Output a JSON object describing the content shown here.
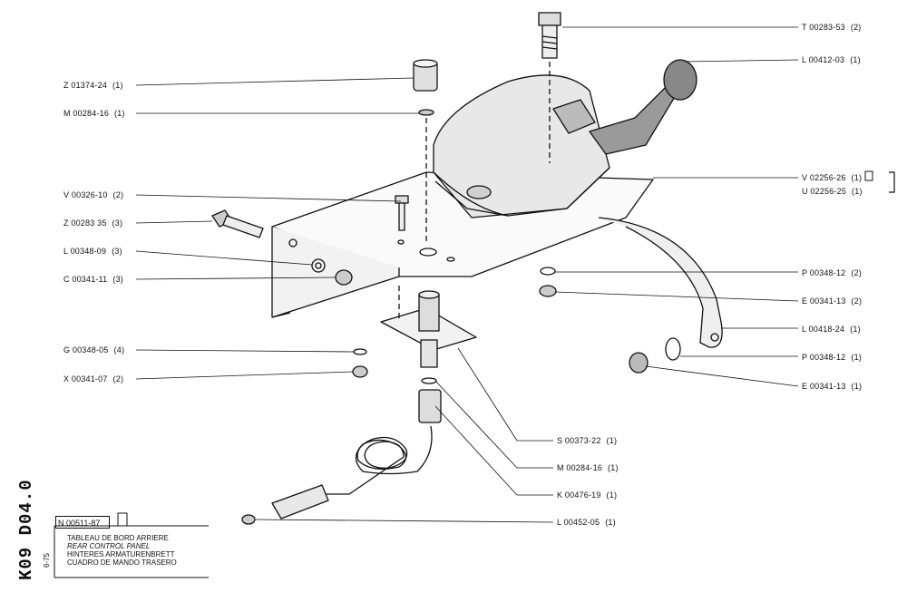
{
  "callouts_right": [
    {
      "code": "T 00283-53",
      "qty": "(2)"
    },
    {
      "code": "L 00412-03",
      "qty": "(1)"
    },
    {
      "code": "V 02256-26",
      "qty": "(1)"
    },
    {
      "code": "U 02256-25",
      "qty": "(1)"
    },
    {
      "code": "P 00348-12",
      "qty": "(2)"
    },
    {
      "code": "E 00341-13",
      "qty": "(2)"
    },
    {
      "code": "L 00418-24",
      "qty": "(1)"
    },
    {
      "code": "P 00348-12",
      "qty": "(1)"
    },
    {
      "code": "E 00341-13",
      "qty": "(1)"
    },
    {
      "code": "S 00373-22",
      "qty": "(1)"
    },
    {
      "code": "M 00284-16",
      "qty": "(1)"
    },
    {
      "code": "K 00476-19",
      "qty": "(1)"
    },
    {
      "code": "L 00452-05",
      "qty": "(1)"
    }
  ],
  "callouts_left": [
    {
      "code": "Z 01374-24",
      "qty": "(1)"
    },
    {
      "code": "M 00284-16",
      "qty": "(1)"
    },
    {
      "code": "V 00326-10",
      "qty": "(2)"
    },
    {
      "code": "Z 00283 35",
      "qty": "(3)"
    },
    {
      "code": "L 00348-09",
      "qty": "(3)"
    },
    {
      "code": "C 00341-11",
      "qty": "(3)"
    },
    {
      "code": "G 00348-05",
      "qty": "(4)"
    },
    {
      "code": "X 00341-07",
      "qty": "(2)"
    }
  ],
  "title_block": {
    "ref": "N 00511-87",
    "line_fr": "TABLEAU DE BORD ARRIERE",
    "line_en": "REAR CONTROL PANEL",
    "line_de": "HINTERES ARMATURENBRETT",
    "line_es": "CUADRO DE MANDO TRASERO",
    "sheet_code": "K09 D04.0",
    "date": "6-75"
  }
}
